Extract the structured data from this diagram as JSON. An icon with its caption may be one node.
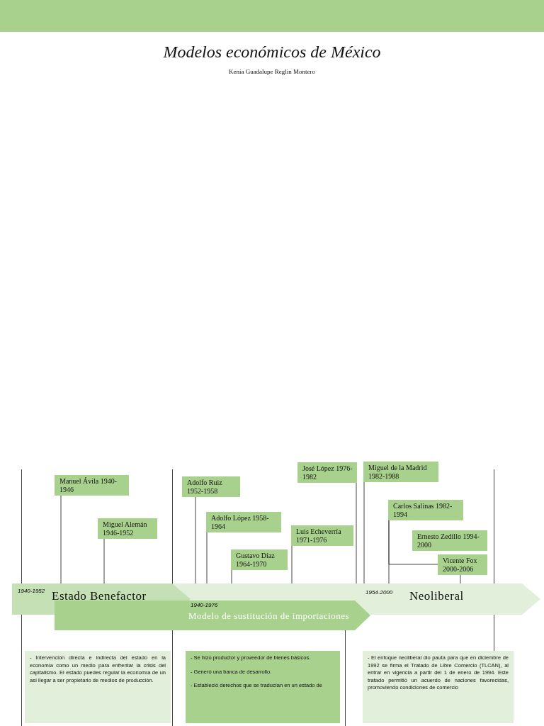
{
  "diagram": {
    "title": "Modelos económicos de México",
    "nodes": [
      {
        "text": [
          "Manuel Ávila 1940-1946"
        ]
      },
      {
        "text": [
          "Miguel Alemán 1946-1952"
        ]
      },
      {
        "text": [
          "Adolfo Ruiz 1952-1958"
        ]
      },
      {
        "text": [
          "Adolfo López 1958-1964"
        ]
      },
      {
        "text": [
          "Gustavo Díaz 1964-1970"
        ]
      },
      {
        "text": [
          "José López 1976-1982"
        ]
      },
      {
        "text": [
          "Luis Echeverría 1971-1976"
        ]
      },
      {
        "text": [
          "Miguel de la Madrid 1982-1988"
        ]
      },
      {
        "text": [
          "Carlos Salinas 1982-1994"
        ]
      },
      {
        "text": [
          "Ernesto Zedillo 1994-2000"
        ]
      },
      {
        "text": [
          "Vicente Fox 2000-2006"
        ]
      },
      {
        "text": [
          "1940-1952",
          "Estado Benefactor"
        ]
      },
      {
        "text": [
          "1940-1976",
          "Modelo de sustitución de importaciones"
        ]
      },
      {
        "text": [
          "1954-2000",
          "Neoliberal"
        ]
      },
      {
        "text": [
          "- Intervención directa e indirecta del estado en la economía como un medio para enfrentar la crisis del capitalismo. El estado puedes regular la economía de un así llegar a ser propietario de medios de producción."
        ]
      },
      {
        "text": [
          "- Se hizo productor y proveedor de bienes básicos.",
          "- Generó una banca de desarrollo.",
          "- Estableció derechos que se traducían en un estado de"
        ]
      },
      {
        "text": [
          "- El enfoque neoliberal dio pauta para que en diciembre de 1992 se firma el Tratado de Libre Comercio (TLCAN), al entrar en vigencia a partir del 1 de enero de 1994. Este tratado permitió un acuerdo de naciones favorecidas, promoviendo condiciones de comercio"
        ]
      }
    ],
    "edges": [
      {
        "from": 0,
        "to": 11,
        "arrow": "none"
      },
      {
        "from": 1,
        "to": 11,
        "arrow": "none"
      },
      {
        "from": 2,
        "to": 13,
        "arrow": "none"
      },
      {
        "from": 3,
        "to": 13,
        "arrow": "none"
      },
      {
        "from": 4,
        "to": 13,
        "arrow": "none"
      },
      {
        "from": 5,
        "to": 13,
        "arrow": "none"
      },
      {
        "from": 6,
        "to": 13,
        "arrow": "none"
      },
      {
        "from": 7,
        "to": 13,
        "arrow": "none"
      },
      {
        "from": 8,
        "to": 13,
        "arrow": "none"
      },
      {
        "from": 8,
        "to": 10,
        "arrow": "none"
      },
      {
        "from": 10,
        "to": 13,
        "arrow": "none"
      }
    ],
    "labels": [
      "Kenia Guadalupe Reglin Montero"
    ]
  }
}
